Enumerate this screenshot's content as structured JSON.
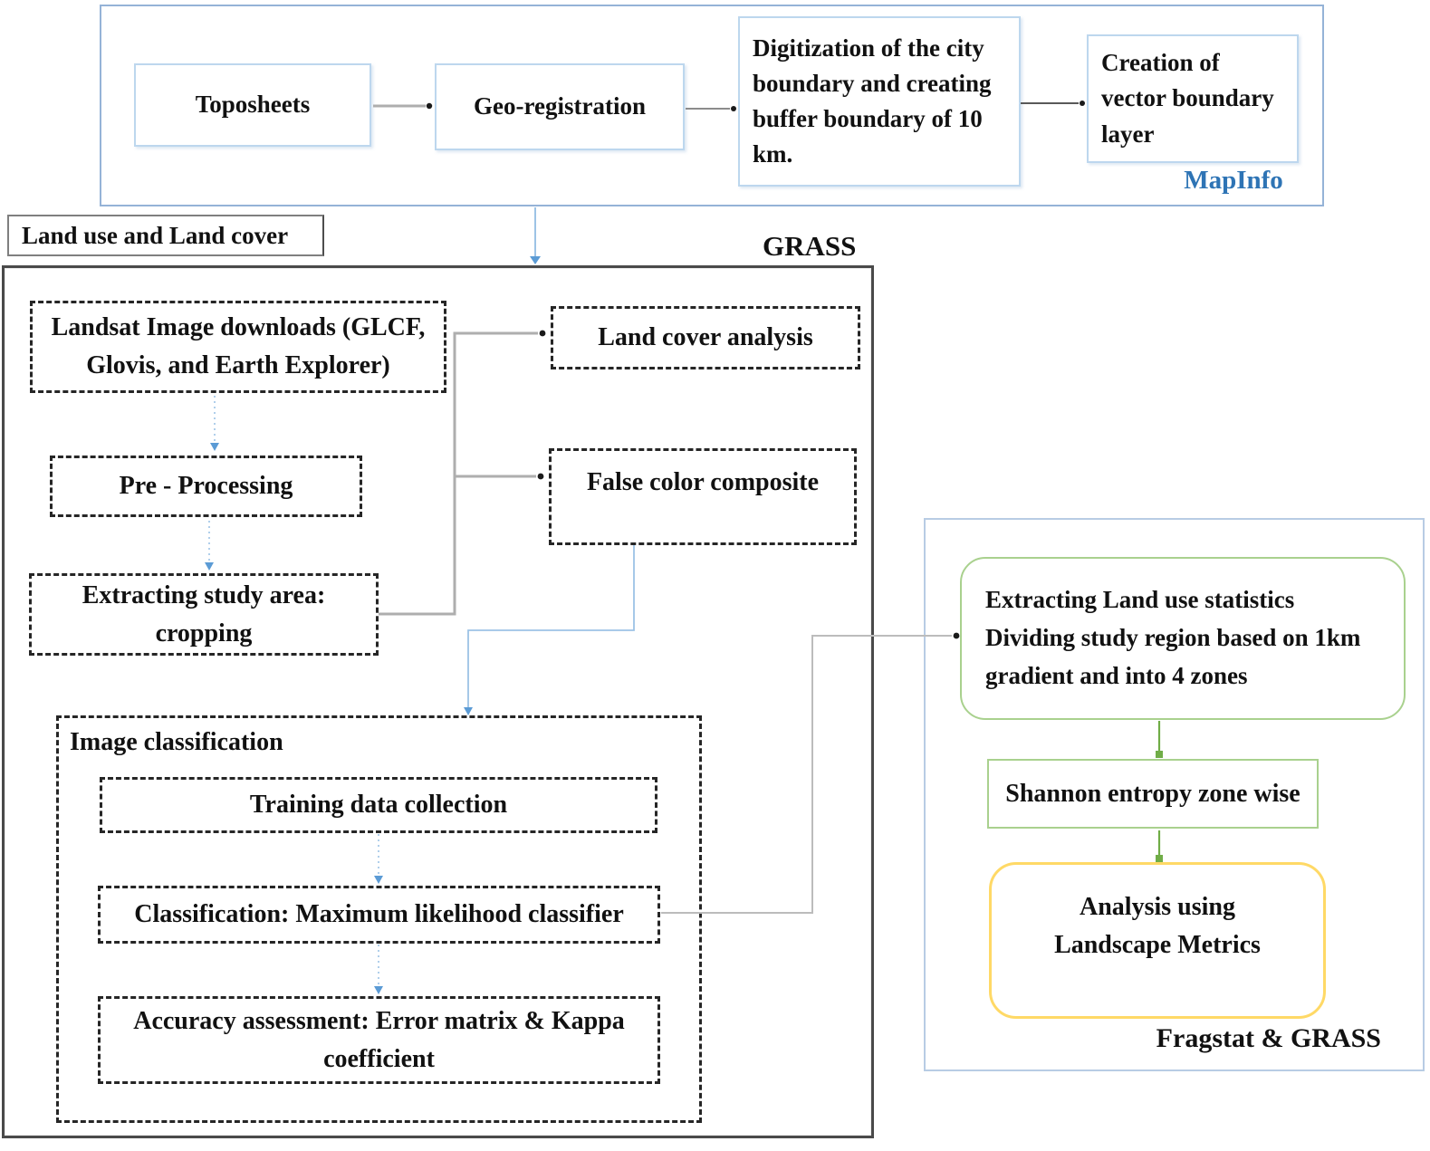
{
  "colors": {
    "panel_blue_border": "#95b3d7",
    "inner_blue_border": "#bdd7ee",
    "mapinfo_text": "#2e74b5",
    "dark_border": "#4a4a4a",
    "dashed_border": "#262626",
    "gray_connector": "#aeaeae",
    "blue_connector": "#9dc3e6",
    "blue_arrow": "#5b9bd5",
    "green_border": "#a9d18e",
    "green_connector": "#70ad47",
    "yellow_border": "#ffd966",
    "right_panel_border": "#b8cce4"
  },
  "top_panel": {
    "tool_label": "MapInfo",
    "toposheets": "Toposheets",
    "geo_registration": "Geo-registration",
    "digitization": "Digitization of the city boundary and creating buffer boundary of 10 km.",
    "vector_layer": "Creation of vector boundary layer"
  },
  "lulc_label": "Land use and Land cover",
  "grass_panel": {
    "tool_label": "GRASS",
    "landsat_download": "Landsat Image downloads (GLCF, Glovis, and Earth Explorer)",
    "land_cover_analysis": "Land cover analysis",
    "pre_processing": "Pre - Processing",
    "false_color_composite": "False color composite",
    "extracting_study_area": "Extracting study area: cropping",
    "image_classification": {
      "label": "Image classification",
      "training": "Training data collection",
      "classification": "Classification: Maximum likelihood classifier",
      "accuracy": "Accuracy assessment: Error matrix & Kappa coefficient"
    }
  },
  "fragstat_panel": {
    "tool_label": "Fragstat & GRASS",
    "extract_stats_line1": "Extracting Land use statistics",
    "extract_stats_line2": "Dividing study region based on 1km gradient and into 4 zones",
    "shannon_entropy": "Shannon entropy zone wise",
    "analysis_line1": "Analysis using",
    "analysis_line2": "Landscape Metrics"
  }
}
